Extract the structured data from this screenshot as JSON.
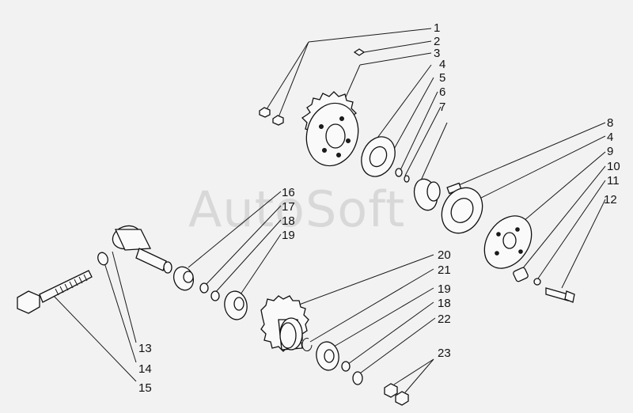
{
  "watermark": "AutoSoft",
  "callouts": {
    "c1": "1",
    "c2": "2",
    "c3": "3",
    "c4a": "4",
    "c5": "5",
    "c6": "6",
    "c7": "7",
    "c8": "8",
    "c4b": "4",
    "c9": "9",
    "c10": "10",
    "c11": "11",
    "c12": "12",
    "c16": "16",
    "c17": "17",
    "c18a": "18",
    "c19a": "19",
    "c20": "20",
    "c21": "21",
    "c19b": "19",
    "c18b": "18",
    "c22": "22",
    "c23": "23",
    "c13": "13",
    "c14": "14",
    "c15": "15"
  }
}
